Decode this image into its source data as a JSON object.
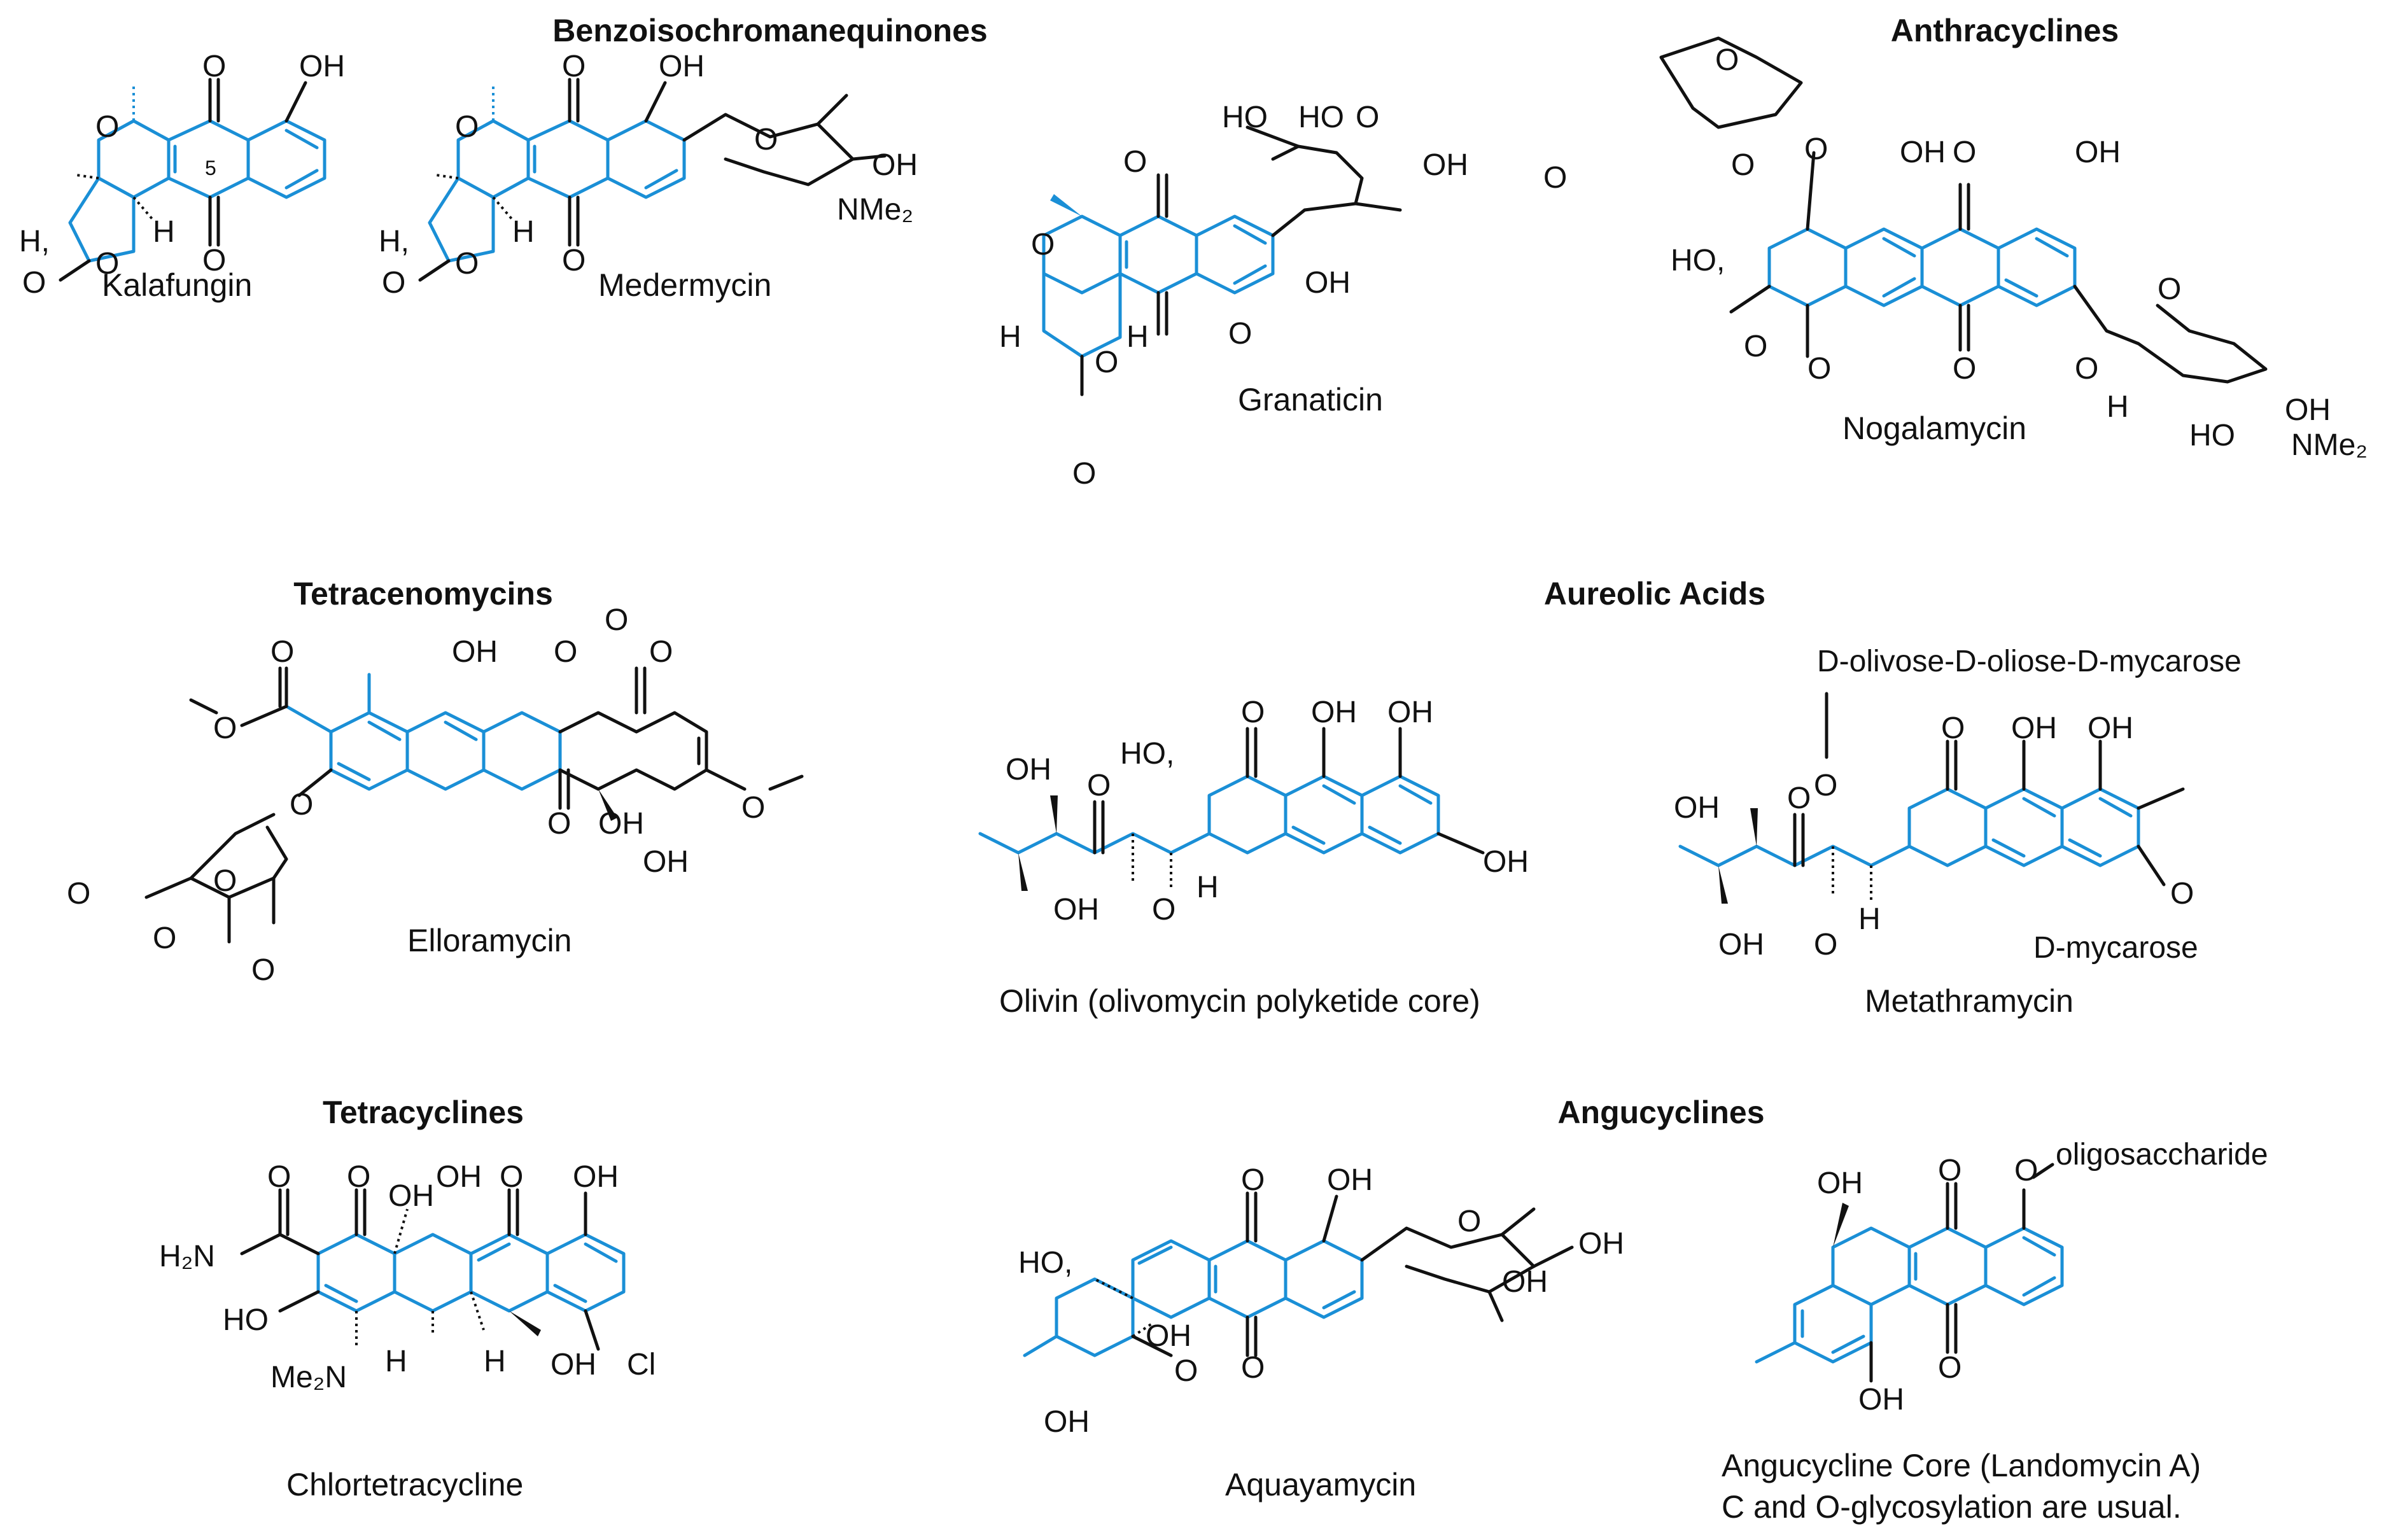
{
  "colors": {
    "scaffold": "#1a8fd6",
    "bond": "#111111",
    "background": "#ffffff"
  },
  "groups": {
    "benzoisochromanequinones": "Benzoisochromanequinones",
    "anthracyclines": "Anthracyclines",
    "tetracenomycins": "Tetracenomycins",
    "aureolic_acids": "Aureolic Acids",
    "tetracyclines": "Tetracyclines",
    "angucyclines": "Angucyclines"
  },
  "compounds": {
    "kalafungin": "Kalafungin",
    "medermycin": "Medermycin",
    "granaticin": "Granaticin",
    "nogalamycin": "Nogalamycin",
    "elloramycin": "Elloramycin",
    "olivin": "Olivin (olivomycin polyketide core)",
    "metathramycin": "Metathramycin",
    "chlortetracycline": "Chlortetracycline",
    "aquayamycin": "Aquayamycin",
    "angucycline_core": "Angucycline Core (Landomycin A)",
    "angucycline_note": "C and O-glycosylation are usual."
  },
  "atoms": {
    "O": "O",
    "OH": "OH",
    "HO": "HO",
    "H": "H",
    "Cl": "Cl",
    "NMe2": "NMe₂",
    "Me2N": "Me₂N",
    "H2N": "H₂N",
    "five": "5",
    "HOdot": "HO,",
    "Hdot": "H,"
  },
  "substituents": {
    "trisaccharide": "D-olivose-D-oliose-D-mycarose",
    "mycarose": "D-mycarose",
    "oligosaccharide": "oligosaccharide"
  }
}
